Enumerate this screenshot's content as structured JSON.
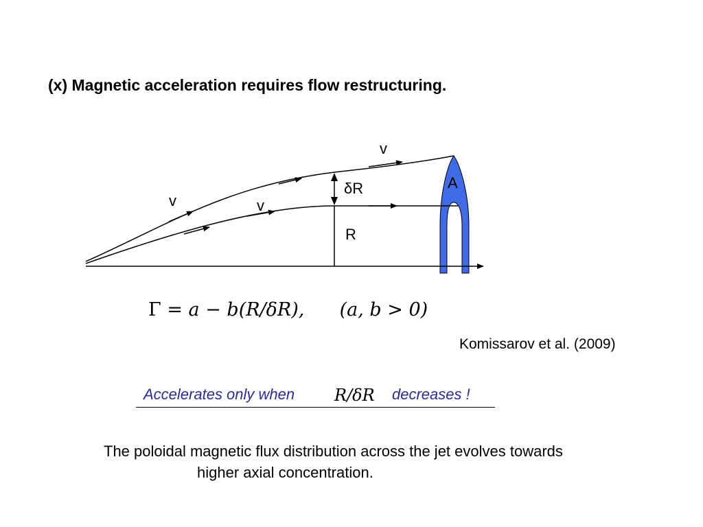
{
  "title": "(x) Magnetic acceleration requires flow restructuring.",
  "diagram": {
    "label_v_top": "v",
    "label_v_left": "v",
    "label_v_mid": "v",
    "label_deltaR": "δR",
    "label_R": "R",
    "label_A": "A",
    "colors": {
      "region_A": "#3f6be8",
      "lines": "#000000"
    }
  },
  "equation": {
    "gamma": "Γ",
    "eq": "=",
    "rhs": "a − b(R/δR),",
    "cond": "(a, b > 0)"
  },
  "citation": "Komissarov et al. (2009)",
  "acceleration_note": {
    "prefix": "Accelerates only when",
    "math": "R/δR",
    "suffix": "decreases !"
  },
  "conclusion": {
    "line1": "The poloidal magnetic flux distribution across the jet evolves towards",
    "line2": "higher axial concentration."
  }
}
